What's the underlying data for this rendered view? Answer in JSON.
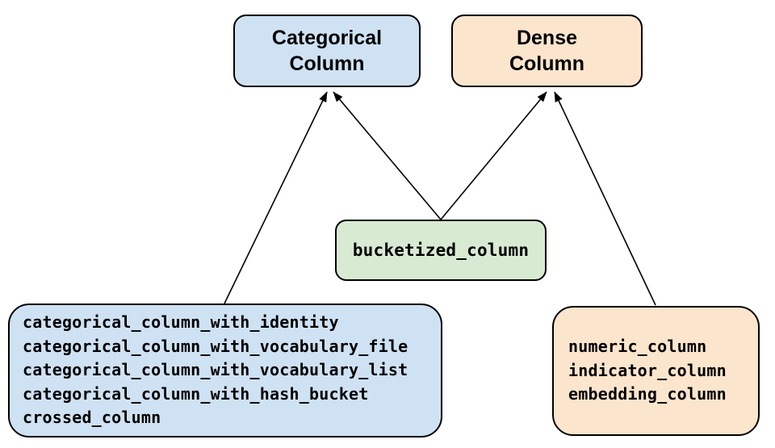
{
  "palette": {
    "categorical_fill": "#cfe2f3",
    "dense_fill": "#fce5cd",
    "bucketized_fill": "#d9ead3",
    "border": "#000000",
    "arrow": "#000000",
    "background": "#ffffff"
  },
  "nodes": {
    "categorical": {
      "label": "Categorical\nColumn"
    },
    "dense": {
      "label": "Dense\nColumn"
    },
    "bucketized": {
      "label": "bucketized_column"
    },
    "categorical_functions": {
      "items": [
        "categorical_column_with_identity",
        "categorical_column_with_vocabulary_file",
        "categorical_column_with_vocabulary_list",
        "categorical_column_with_hash_bucket",
        "crossed_column"
      ]
    },
    "dense_functions": {
      "items": [
        "numeric_column",
        "indicator_column",
        "embedding_column"
      ]
    }
  },
  "edges": [
    {
      "from": "categorical_functions",
      "to": "categorical"
    },
    {
      "from": "bucketized",
      "to": "categorical"
    },
    {
      "from": "bucketized",
      "to": "dense"
    },
    {
      "from": "dense_functions",
      "to": "dense"
    }
  ]
}
